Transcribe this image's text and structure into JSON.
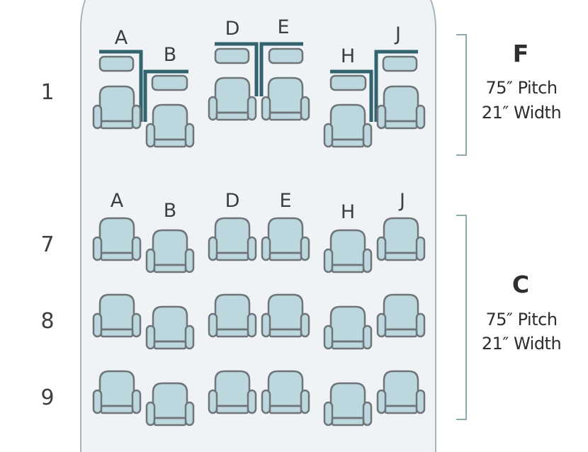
{
  "first_class": {
    "code": "F",
    "pitch": "75″ Pitch",
    "width": "21″ Width",
    "rows": [
      "1"
    ],
    "columns": [
      "A",
      "B",
      "D",
      "E",
      "H",
      "J"
    ]
  },
  "business_class": {
    "code": "C",
    "pitch": "75″ Pitch",
    "width": "21″ Width",
    "rows": [
      "7",
      "8",
      "9"
    ],
    "columns": [
      "A",
      "B",
      "D",
      "E",
      "H",
      "J"
    ]
  },
  "colors": {
    "cabin_fill": "#eff3f6",
    "seat_fill": "#bcd8de",
    "seat_outline": "#6e7478",
    "suite_divider": "#33636f",
    "bracket": "#8ea7ad"
  },
  "icons": {
    "seat": "seat-icon",
    "suite_divider": "suite-divider-icon"
  }
}
